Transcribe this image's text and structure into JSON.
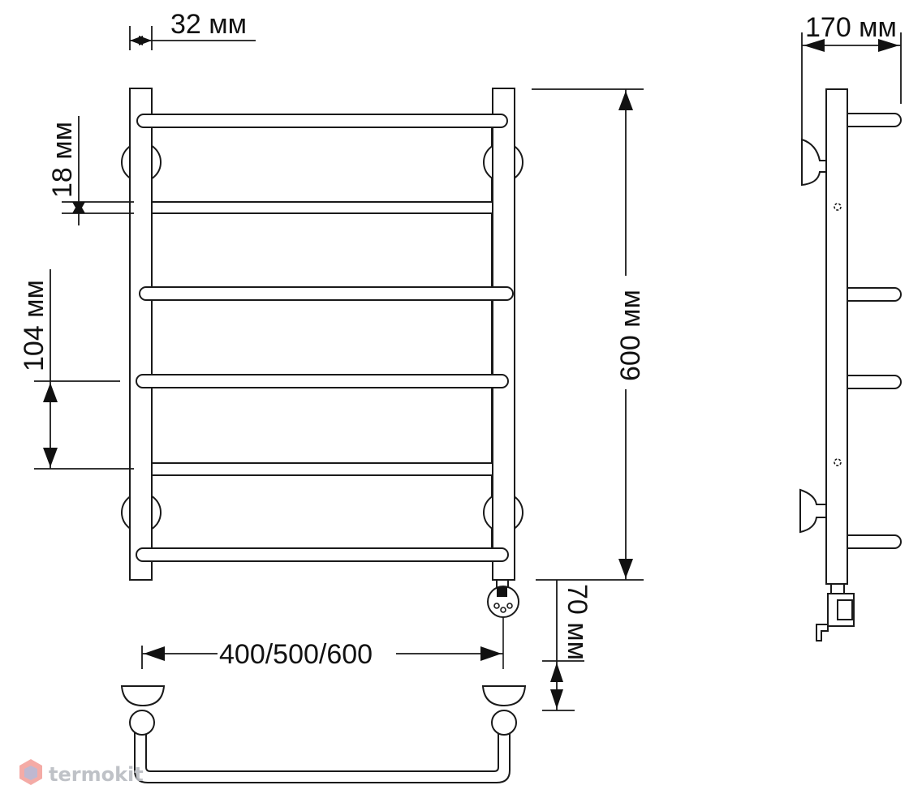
{
  "dimensions": {
    "flange_width": "32 мм",
    "gap_small": "18 мм",
    "rung_spacing": "104 мм",
    "total_height": "600 мм",
    "wall_depth": "170 мм",
    "bottom_offset": "70 мм",
    "width_options": "400/500/600"
  },
  "watermark": {
    "brand": "termokit",
    "logo_color": "#e8564a"
  }
}
